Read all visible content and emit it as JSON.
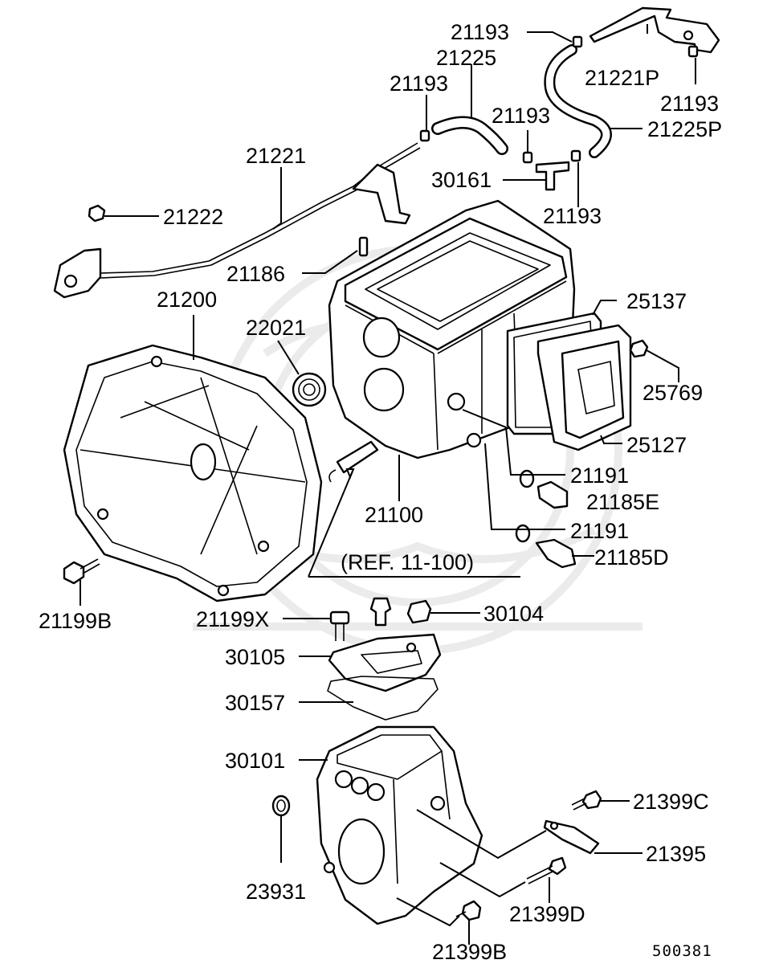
{
  "labels": {
    "p21193_a": "21193",
    "p21225": "21225",
    "p21193_b": "21193",
    "p21221p": "21221P",
    "p21193_c": "21193",
    "p21193_d": "21193",
    "p21225p": "21225P",
    "p21221": "21221",
    "p30161": "30161",
    "p21193_e": "21193",
    "p21222": "21222",
    "p21186": "21186",
    "p21200": "21200",
    "p25137": "25137",
    "p22021": "22021",
    "p25769": "25769",
    "p25127": "25127",
    "p21191_a": "21191",
    "p21185e": "21185E",
    "p21100": "21100",
    "p21191_b": "21191",
    "ref": "(REF. 11-100)",
    "p21185d": "21185D",
    "p21199b_a": "21199B",
    "p21199x": "21199X",
    "p30104": "30104",
    "p30105": "30105",
    "p30157": "30157",
    "p30101": "30101",
    "p21399c": "21399C",
    "p23931": "23931",
    "p21395": "21395",
    "p21399d": "21399D",
    "p21399b_b": "21399B"
  },
  "diagram_code": "500381"
}
